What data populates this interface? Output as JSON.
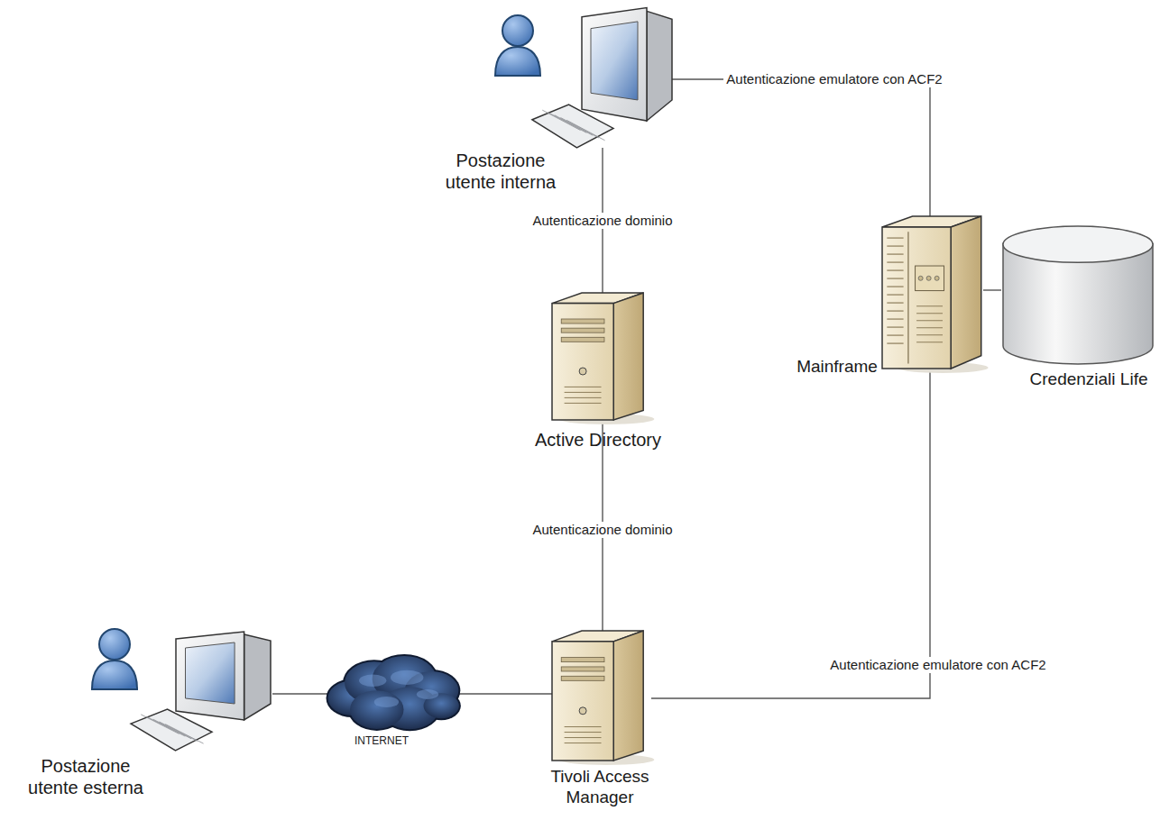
{
  "diagram": {
    "nodes": [
      {
        "text": [
          "Postazione utente interna"
        ]
      },
      {
        "text": [
          "Active Directory"
        ]
      },
      {
        "text": [
          "Mainframe"
        ]
      },
      {
        "text": [
          "Credenziali Life"
        ]
      },
      {
        "text": [
          "Postazione utente esterna"
        ]
      },
      {
        "text": [
          "INTERNET"
        ]
      },
      {
        "text": [
          "Tivoli Access Manager"
        ]
      }
    ],
    "edges": [
      {
        "from": 0,
        "to": 1,
        "label": "Autenticazione dominio",
        "arrow": "none"
      },
      {
        "from": 0,
        "to": 2,
        "label": "Autenticazione emulatore con ACF2",
        "arrow": "none"
      },
      {
        "from": 1,
        "to": 6,
        "label": "Autenticazione dominio",
        "arrow": "none"
      },
      {
        "from": 6,
        "to": 2,
        "label": "Autenticazione emulatore con ACF2",
        "arrow": "none"
      },
      {
        "from": 2,
        "to": 3,
        "arrow": "none"
      },
      {
        "from": 4,
        "to": 5,
        "arrow": "none"
      },
      {
        "from": 5,
        "to": 6,
        "arrow": "none"
      }
    ]
  }
}
